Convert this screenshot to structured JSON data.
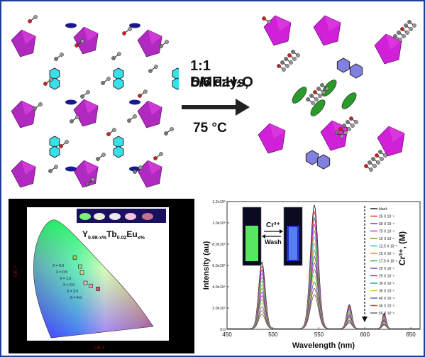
{
  "reaction": {
    "solvent": "1:1 DMF:H₂O",
    "time": "5/6 days,",
    "temperature": "75 °C"
  },
  "cie": {
    "formula_base": "Y",
    "formula_sub1": "0.98-x%",
    "formula_mid": "Tb",
    "formula_sub2": "0.02",
    "formula_mid2": "Eu",
    "formula_sub3": "x%",
    "xlabel": "CIE X",
    "ylabel": "CIE Y",
    "labels": [
      "X = 0.0",
      "X = 0.5",
      "X = 1.0",
      "X = 2.0",
      "X = 3.0",
      "X = 4.0"
    ],
    "points": [
      {
        "x": 0.27,
        "y": 0.56
      },
      {
        "x": 0.3,
        "y": 0.5
      },
      {
        "x": 0.31,
        "y": 0.46
      },
      {
        "x": 0.33,
        "y": 0.39
      },
      {
        "x": 0.36,
        "y": 0.37
      },
      {
        "x": 0.4,
        "y": 0.35
      }
    ],
    "point_colors": [
      "#8fd05a",
      "#b9d67a",
      "#d8d39a",
      "#e6c6b0",
      "#ee9fb0",
      "#d5587a"
    ]
  },
  "spectrum": {
    "ylabel": "Intensity (au)",
    "xlabel": "Wavelength (nm)",
    "yaxis_label": "Cr³⁺, (M)",
    "inset_label": "Cr³⁺",
    "inset_wash": "Wash",
    "y_ticks": [
      "0.0",
      "2.0x10⁵",
      "4.0x10⁵",
      "6.0x10⁵",
      "8.0x10⁵",
      "1.0x10⁶",
      "1.2x10⁶"
    ],
    "x_ticks": [
      "450",
      "500",
      "550",
      "600",
      "650"
    ],
    "legend": [
      "blank",
      "25 X 10⁻⁶",
      "50 X 10⁻⁶",
      "75 X 10⁻⁶",
      "10 X 10⁻⁶",
      "12.5 X 10⁻⁶",
      "15 X 10⁻⁶",
      "17.5 X 10⁻⁶",
      "20 X 10⁻⁶",
      "25 X 10⁻⁶",
      "30 X 10⁻⁶",
      "35 X 10⁻⁶",
      "40 X 10⁻⁶",
      "45 X 10⁻⁶",
      "50 X 10⁻⁶"
    ]
  },
  "chart_data": {
    "type": "line",
    "xlabel": "Wavelength (nm)",
    "ylabel": "Intensity (au)",
    "xlim": [
      450,
      660
    ],
    "ylim": [
      0,
      1200000
    ],
    "peaks_nm": [
      488,
      545,
      583,
      621
    ],
    "series": [
      {
        "name": "blank",
        "peak_values": [
          625000,
          1160000,
          225000,
          145000
        ],
        "color": "#111111"
      },
      {
        "name": "25 X 10⁻⁶",
        "peak_values": [
          590000,
          1100000,
          212000,
          138000
        ],
        "color": "#e8231c"
      },
      {
        "name": "50 X 10⁻⁶",
        "peak_values": [
          555000,
          1040000,
          200000,
          130000
        ],
        "color": "#1c4fe8"
      },
      {
        "name": "75 X 10⁻⁶",
        "peak_values": [
          520000,
          980000,
          188000,
          122000
        ],
        "color": "#e81cc6"
      },
      {
        "name": "10 X 10⁻⁶",
        "peak_values": [
          485000,
          920000,
          176000,
          114000
        ],
        "color": "#8a8a10"
      },
      {
        "name": "12.5 X 10⁻⁶",
        "peak_values": [
          450000,
          860000,
          164000,
          106000
        ],
        "color": "#22c0e0"
      },
      {
        "name": "15 X 10⁻⁶",
        "peak_values": [
          415000,
          800000,
          152000,
          98000
        ],
        "color": "#e88a1c"
      },
      {
        "name": "17.5 X 10⁻⁶",
        "peak_values": [
          380000,
          740000,
          140000,
          90000
        ],
        "color": "#2ea83a"
      },
      {
        "name": "20 X 10⁻⁶",
        "peak_values": [
          345000,
          680000,
          128000,
          82000
        ],
        "color": "#7a2ee0"
      },
      {
        "name": "25 X 10⁻⁶",
        "peak_values": [
          310000,
          620000,
          116000,
          74000
        ],
        "color": "#c82070"
      },
      {
        "name": "30 X 10⁻⁶",
        "peak_values": [
          275000,
          560000,
          104000,
          66000
        ],
        "color": "#20a080"
      },
      {
        "name": "35 X 10⁻⁶",
        "peak_values": [
          240000,
          500000,
          92000,
          58000
        ],
        "color": "#e0c020"
      },
      {
        "name": "40 X 10⁻⁶",
        "peak_values": [
          205000,
          440000,
          80000,
          50000
        ],
        "color": "#4060c0"
      },
      {
        "name": "45 X 10⁻⁶",
        "peak_values": [
          170000,
          380000,
          68000,
          42000
        ],
        "color": "#a05030"
      },
      {
        "name": "50 X 10⁻⁶",
        "peak_values": [
          135000,
          320000,
          56000,
          34000
        ],
        "color": "#606060"
      }
    ]
  }
}
